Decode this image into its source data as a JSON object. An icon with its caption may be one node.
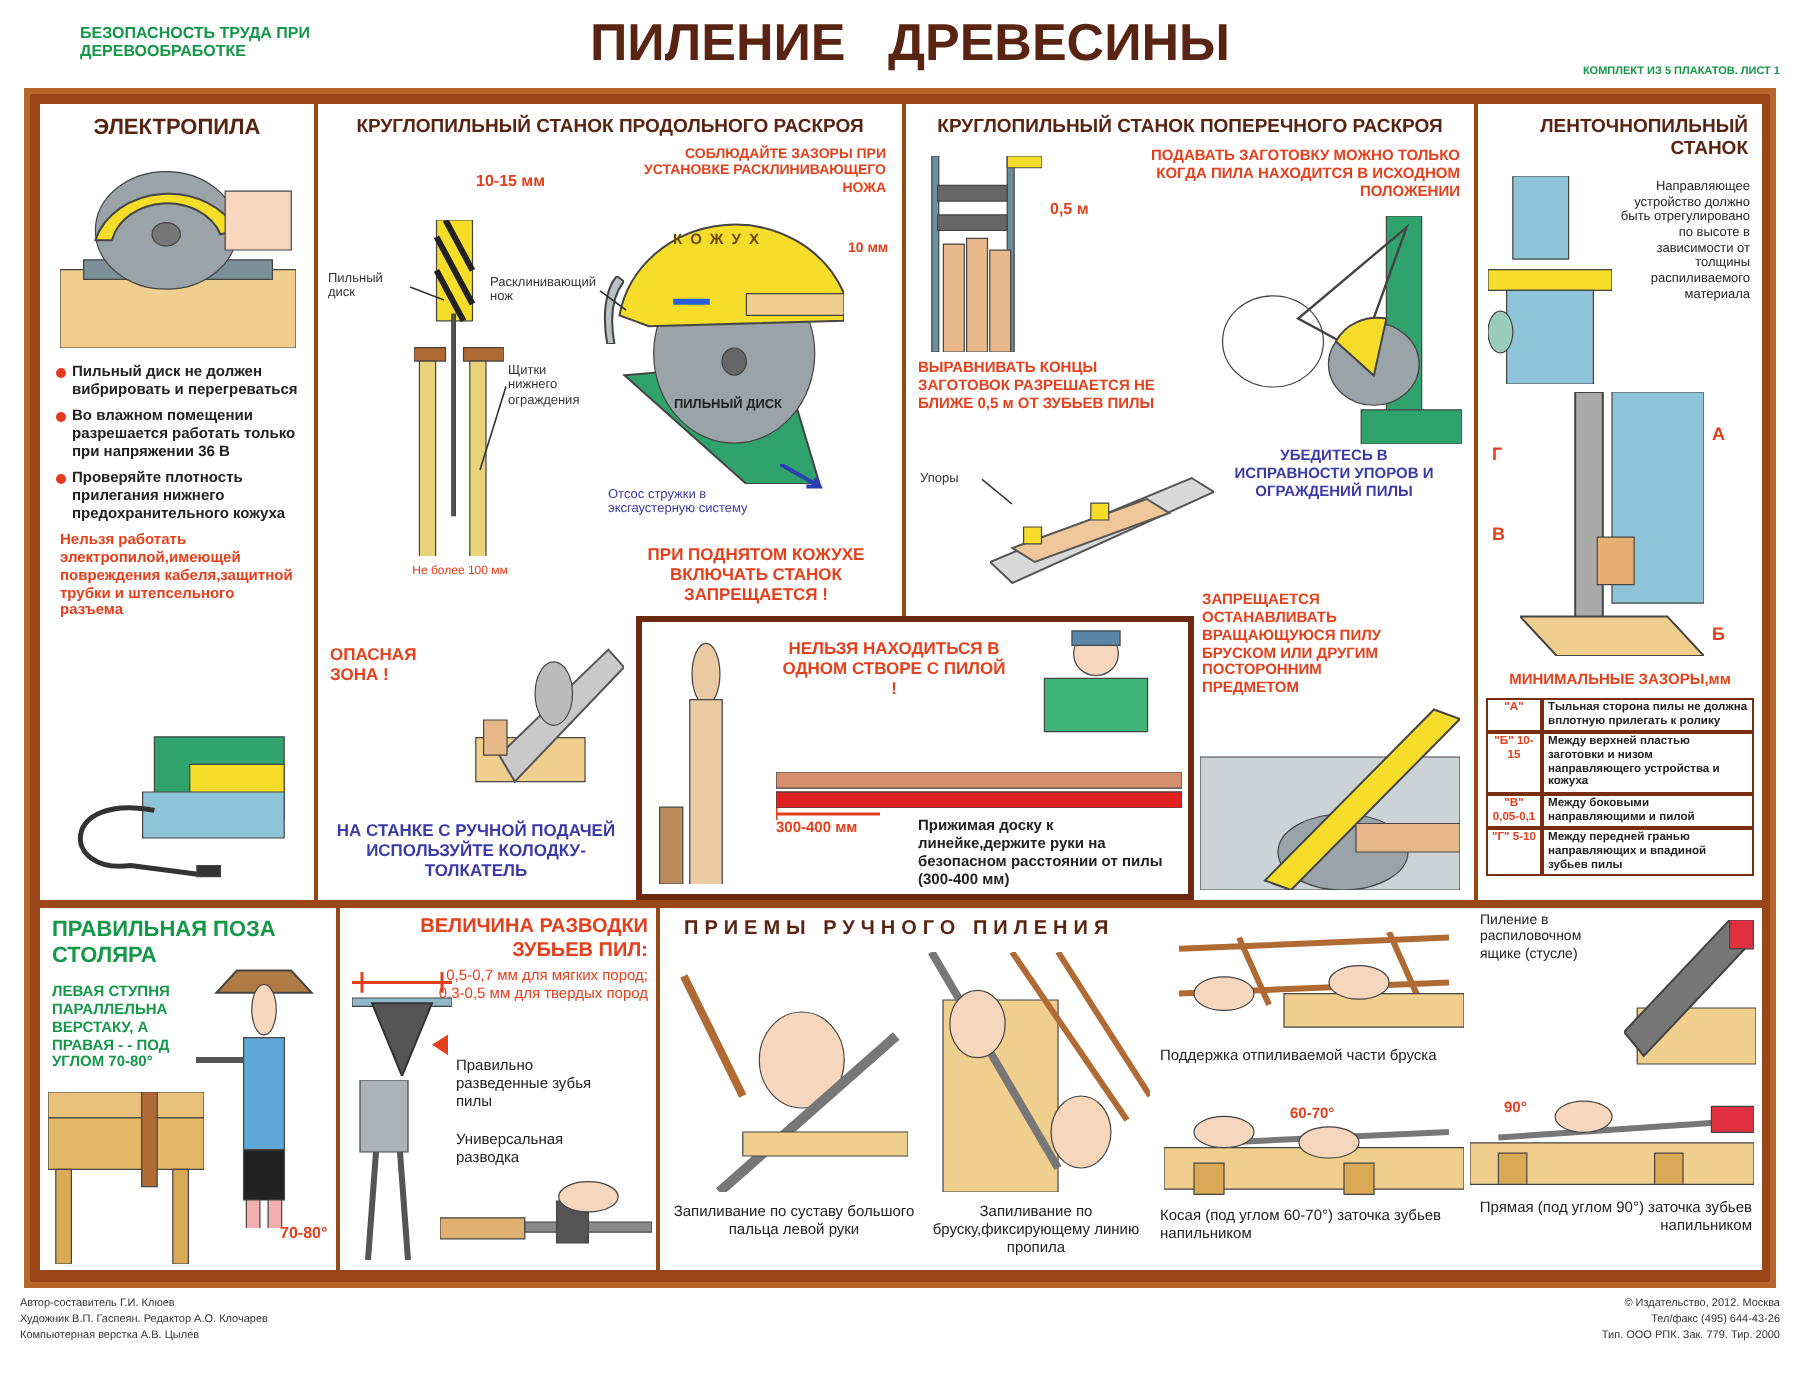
{
  "diagram": {
    "title": "ПИЛЕНИЕ ДРЕВЕСИНЫ",
    "nodes": [
      {
        "text": [
          "ЭЛЕКТРОПИЛА",
          "Пильный диск не должен вибрировать и перегреваться",
          "Во влажном помещении разрешается работать только при напряжении 36 В",
          "Проверяйте плотность прилегания нижнего предохранительного кожуха",
          "Нельзя работать электропилой,имеющей повреждения кабеля,защитной трубки и штепсельного разъема"
        ]
      },
      {
        "text": [
          "КРУГЛОПИЛЬНЫЙ СТАНОК ПРОДОЛЬНОГО РАСКРОЯ",
          "СОБЛЮДАЙТЕ ЗАЗОРЫ ПРИ УСТАНОВКЕ РАСКЛИНИВАЮЩЕГО НОЖА",
          "ПРИ ПОДНЯТОМ КОЖУХЕ ВКЛЮЧАТЬ СТАНОК ЗАПРЕЩАЕТСЯ !",
          "ОПАСНАЯ ЗОНА !",
          "НА СТАНКЕ С РУЧНОЙ ПОДАЧЕЙ ИСПОЛЬЗУЙТЕ КОЛОДКУ-ТОЛКАТЕЛЬ"
        ]
      },
      {
        "text": [
          "Пильный диск"
        ],
        "in": 1
      },
      {
        "text": [
          "Расклинивающий нож"
        ],
        "in": 1
      },
      {
        "text": [
          "Щитки нижнего ограждения"
        ],
        "in": 1
      },
      {
        "text": [
          "КРУГЛОПИЛЬНЫЙ СТАНОК ПОПЕРЕЧНОГО РАСКРОЯ",
          "ПОДАВАТЬ ЗАГОТОВКУ МОЖНО ТОЛЬКО КОГДА ПИЛА НАХОДИТСЯ В ИСХОДНОМ ПОЛОЖЕНИИ",
          "ВЫРАВНИВАТЬ КОНЦЫ ЗАГОТОВОК РАЗРЕШАЕТСЯ НЕ БЛИЖЕ 0,5 м ОТ ЗУБЬЕВ ПИЛЫ",
          "УБЕДИТЕСЬ В ИСПРАВНОСТИ УПОРОВ И ОГРАЖДЕНИЙ ПИЛЫ",
          "ЗАПРЕЩАЕТСЯ ОСТАНАВЛИВАТЬ ВРАЩАЮЩУЮСЯ ПИЛУ БРУСКОМ ИЛИ ДРУГИМ ПОСТОРОННИМ ПРЕДМЕТОМ"
        ]
      },
      {
        "text": [
          "Упоры"
        ],
        "in": 5
      },
      {
        "text": [
          "НЕЛЬЗЯ НАХОДИТЬСЯ В ОДНОМ СТВОРЕ С ПИЛОЙ !",
          "Прижимая доску к линейке,держите руки на безопасном расстоянии от пилы (300-400 мм)"
        ]
      },
      {
        "text": [
          "ЛЕНТОЧНОПИЛЬНЫЙ СТАНОК",
          "Направляющее устройство должно быть отрегулировано по высоте в зависимости от толщины распиливаемого материала",
          "МИНИМАЛЬНЫЕ ЗАЗОРЫ,мм"
        ]
      },
      {
        "text": [
          "ПРАВИЛЬНАЯ ПОЗА СТОЛЯРА",
          "ЛЕВАЯ СТУПНЯ ПАРАЛЛЕЛЬНА ВЕРСТАКУ, А ПРАВАЯ - - ПОД УГЛОМ 70-80°"
        ]
      },
      {
        "text": [
          "ВЕЛИЧИНА РАЗВОДКИ ЗУБЬЕВ ПИЛ:",
          "0,5-0,7 мм для мягких пород; 0,3-0,5 мм для твердых пород",
          "Правильно разведенные зубья пилы",
          "Универсальная разводка"
        ]
      },
      {
        "text": [
          "ПРИЕМЫ РУЧНОГО ПИЛЕНИЯ",
          "Запиливание по суставу большого пальца левой руки",
          "Запиливание по бруску,фиксирующему линию пропила",
          "Поддержка отпиливаемой части бруска",
          "Пиление в распиловочном ящике (стусле)",
          "Косая (под углом 60-70°) заточка зубьев напильником",
          "Прямая (под углом 90°) заточка зубьев напильником"
        ]
      },
      {
        "text": [],
        "shape": "picture",
        "in": 1
      }
    ],
    "edges": [
      {
        "from": 2,
        "to": null,
        "arrow": "none"
      },
      {
        "from": 3,
        "to": 12,
        "arrow": "none"
      },
      {
        "from": 4,
        "to": null,
        "arrow": "none"
      },
      {
        "from": 6,
        "to": null,
        "arrow": "none"
      }
    ],
    "labels": [
      "БЕЗОПАСНОСТЬ ТРУДА ПРИ ДЕРЕВООБРАБОТКЕ",
      "КОМПЛЕКТ ИЗ 5 ПЛАКАТОВ. ЛИСТ 1",
      "10-15 мм",
      "10 мм",
      "КОЖУХ",
      "ПИЛЬНЫЙ ДИСК",
      "Не более 100 мм",
      "Отсос стружки в эксгаустерную систему",
      "0,5 м",
      "300-400 мм",
      "А",
      "Г",
      "В",
      "Б",
      "\"А\"",
      "Тыльная сторона пилы не должна вплотную прилегать к ролику",
      "\"Б\" 10-15",
      "Между верхней пластью заготовки и низом направляющего устройства и кожуха",
      "\"В\" 0,05-0,1",
      "Между боковыми направляющими и пилой",
      "\"Г\" 5-10",
      "Между передней гранью направляющих и впадиной зубьев пилы",
      "70-80°",
      "60-70°",
      "90°",
      "Автор-составитель Г.И. Клюев",
      "Художник В.П. Гаспеян. Редактор А.О. Клочарев",
      "Компьютерная верстка А.В. Цылев",
      "© Издательство, 2012. Москва",
      "Тел/факс (495) 644-43-26",
      "Тип. ООО РПК. Зак. 779. Тир. 2000"
    ]
  }
}
